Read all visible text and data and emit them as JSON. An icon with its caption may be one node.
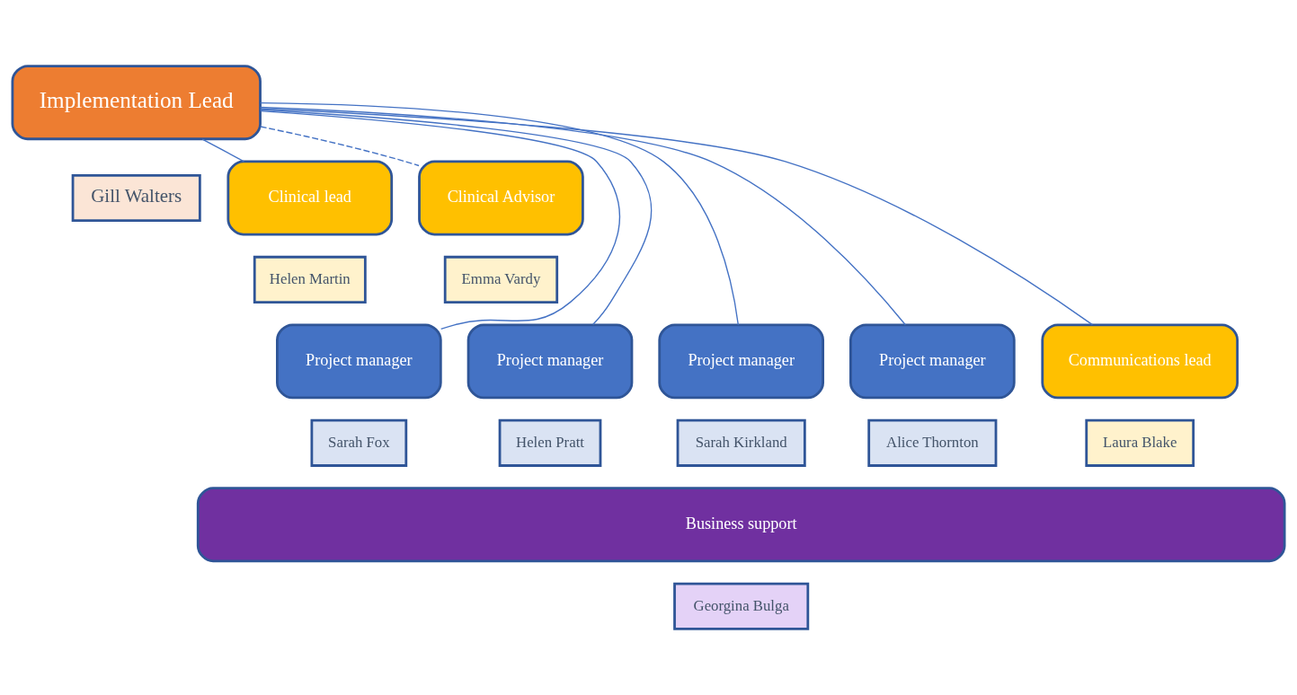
{
  "diagram": {
    "nodes": [
      {
        "text": [
          "Implementation Lead"
        ]
      },
      {
        "text": [
          "Gill Walters"
        ]
      },
      {
        "text": [
          "Clinical lead"
        ]
      },
      {
        "text": [
          "Helen Martin"
        ]
      },
      {
        "text": [
          "Clinical Advisor"
        ]
      },
      {
        "text": [
          "Emma Vardy"
        ]
      },
      {
        "text": [
          "Project manager"
        ]
      },
      {
        "text": [
          "Sarah Fox"
        ]
      },
      {
        "text": [
          "Project manager"
        ]
      },
      {
        "text": [
          "Helen Pratt"
        ]
      },
      {
        "text": [
          "Project manager"
        ]
      },
      {
        "text": [
          "Sarah Kirkland"
        ]
      },
      {
        "text": [
          "Project manager"
        ]
      },
      {
        "text": [
          "Alice Thornton"
        ]
      },
      {
        "text": [
          "Communications lead"
        ]
      },
      {
        "text": [
          "Laura Blake"
        ]
      },
      {
        "text": [
          "Business support"
        ]
      },
      {
        "text": [
          "Georgina Bulga"
        ]
      }
    ],
    "edges": [
      {
        "from": 0,
        "to": 2,
        "arrow": "none"
      },
      {
        "from": 0,
        "to": 4,
        "arrow": "none",
        "style": "dashed"
      },
      {
        "from": 0,
        "to": 6,
        "arrow": "none"
      },
      {
        "from": 0,
        "to": 8,
        "arrow": "none"
      },
      {
        "from": 0,
        "to": 10,
        "arrow": "none"
      },
      {
        "from": 0,
        "to": 12,
        "arrow": "none"
      },
      {
        "from": 0,
        "to": 14,
        "arrow": "none"
      }
    ]
  }
}
